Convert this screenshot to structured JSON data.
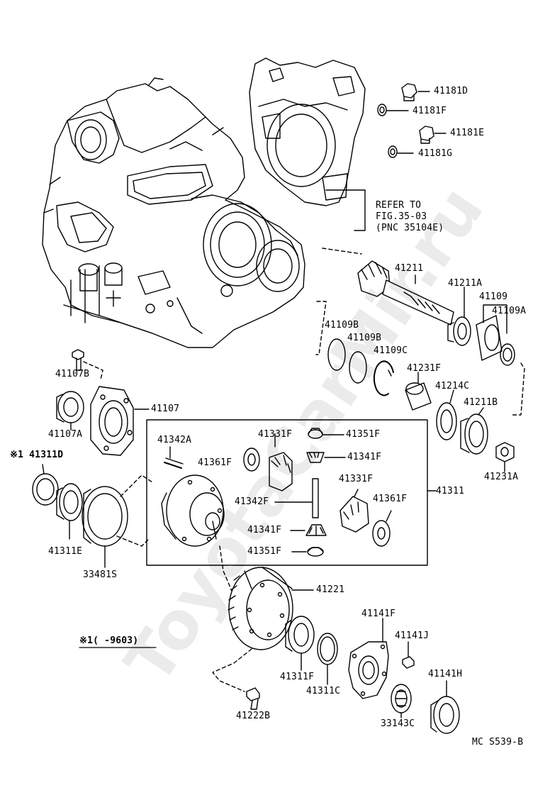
{
  "labels": {
    "p41181D": "41181D",
    "p41181F": "41181F",
    "p41181E": "41181E",
    "p41181G": "41181G",
    "refer1": "REFER TO",
    "refer2": "FIG.35-03",
    "refer3": "(PNC 35104E)",
    "p41211": "41211",
    "p41211A": "41211A",
    "p41109": "41109",
    "p41109A": "41109A",
    "p41109B_1": "41109B",
    "p41109B_2": "41109B",
    "p41109C": "41109C",
    "p41107B": "41107B",
    "p41107": "41107",
    "p41107A": "41107A",
    "p41231F": "41231F",
    "p41214C": "41214C",
    "p41211B": "41211B",
    "p41231A": "41231A",
    "p41311D": "※1 41311D",
    "p41342A": "41342A",
    "p41331F_1": "41331F",
    "p41351F_1": "41351F",
    "p41361F_1": "41361F",
    "p41341F_1": "41341F",
    "p41331F_2": "41331F",
    "p41311": "41311",
    "p41342F": "41342F",
    "p41361F_2": "41361F",
    "p41341F_2": "41341F",
    "p41351F_2": "41351F",
    "p41311E": "41311E",
    "p33481S": "33481S",
    "p41221": "41221",
    "note": "※1(    -9603)",
    "p41141F": "41141F",
    "p41141J": "41141J",
    "p41141H": "41141H",
    "p41311F": "41311F",
    "p41311C": "41311C",
    "p41222B": "41222B",
    "p33143C": "33143C",
    "code": "MC  S539-B"
  },
  "watermark": "ToyotaCarMir.ru"
}
